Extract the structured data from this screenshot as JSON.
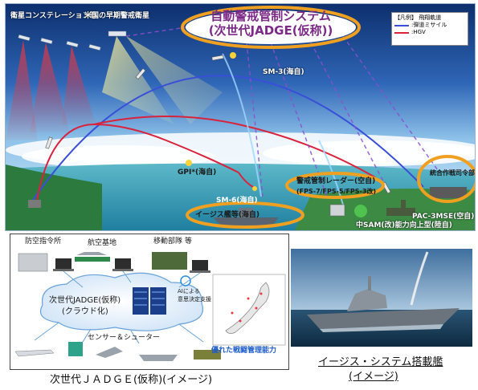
{
  "top_diagram": {
    "title_line1": "自動警戒管制システム",
    "title_line2": "(次世代JADGE(仮称))",
    "legend": {
      "heading": "【凡例】 飛翔軌道",
      "item_ballistic": ":弾道ミサイル",
      "item_hgv": ":HGV",
      "ballistic_color": "#3a4fd8",
      "hgv_color": "#d9223b"
    },
    "labels": {
      "satellite_constellation": "衛星コンステレーション等",
      "us_early_warning_satellite": "米国の早期警戒衛星",
      "sm3": "SM-3(海自)",
      "gpi": "GPI*(海自)",
      "sm6": "SM-6(海自)",
      "aegis_ship": "イージス艦等(海自)",
      "radar": "警戒管制レーダー(空自)",
      "radar_model": "(FPS-7/FPS-5/FPS-3改)",
      "command": "統合作戦司令部",
      "pac3": "PAC-3MSE(空自)",
      "chusam": "中SAM(改)能力向上型(陸自)"
    },
    "accent_color": "#f0a020"
  },
  "jadge_diagram": {
    "nodes": {
      "air_defense_command": "防空指令所",
      "air_base": "航空基地",
      "mobile_units": "移動部隊 等",
      "jadge_line1": "次世代JADGE(仮称)",
      "jadge_line2": "(クラウド化)",
      "ai_line1": "AIによる",
      "ai_line2": "意思決定支援",
      "battle_management": "優れた戦闘管理能力",
      "sensor_shooter": "センサー＆シューター"
    }
  },
  "captions": {
    "jadge": "次世代ＪＡＤＧＥ(仮称)(イメージ)",
    "aegis_line1": "イージス・システム搭載艦",
    "aegis_line2": "(イメージ)"
  }
}
